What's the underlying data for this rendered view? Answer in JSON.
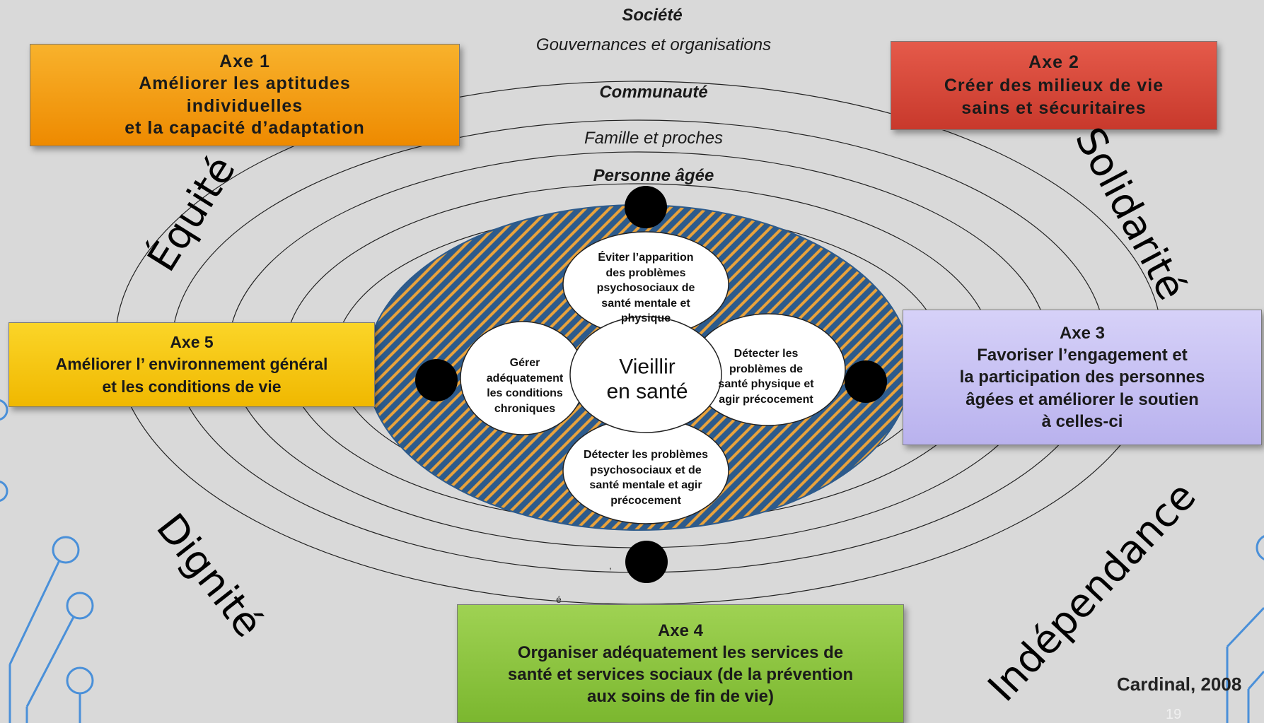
{
  "rings": {
    "societe": "Société",
    "gouvernances": "Gouvernances et organisations",
    "communaute": "Communauté",
    "famille": "Famille et proches",
    "personne": "Personne âgée"
  },
  "axes": {
    "axe1": {
      "num": "Axe 1",
      "text": "Améliorer les aptitudes\nindividuelles\net la capacité d’adaptation",
      "color": "#f39a10"
    },
    "axe2": {
      "num": "Axe 2",
      "text": "Créer des milieux de vie\nsains et sécuritaires",
      "color": "#d9483b"
    },
    "axe3": {
      "num": "Axe 3",
      "text": "Favoriser l’engagement et\nla participation des personnes\nâgées et améliorer le soutien\nà celles-ci",
      "color": "#c9c3f4"
    },
    "axe4": {
      "num": "Axe 4",
      "text": "Organiser adéquatement les services de\nsanté et services sociaux (de la prévention\naux soins de fin de vie)",
      "color": "#8cc63f"
    },
    "axe5": {
      "num": "Axe 5",
      "text": "Améliorer l’ environnement général\net les conditions de vie",
      "color": "#f7c600"
    }
  },
  "values": {
    "equite": "Équité",
    "solidarite": "Solidarité",
    "dignite": "Dignité",
    "independance": "Indépendance"
  },
  "center": {
    "main": "Vieillir\nen santé",
    "top": "Éviter l’apparition\ndes problèmes\npsychosociaux de\nsanté mentale et\nphysique",
    "right": "Détecter les\nproblèmes de\nsanté physique et\nagir précocement",
    "bottom": "Détecter les problèmes\npsychosociaux et de\nsanté mentale et agir\nprécocement",
    "left": "Gérer\nadéquatement\nles conditions\nchroniques"
  },
  "colors": {
    "background": "#d9d9d9",
    "stripe_blue": "#2d5b8c",
    "stripe_orange": "#e8a23c",
    "accent_line": "#4a90d9"
  },
  "citation": "Cardinal, 2008",
  "page_number": "19",
  "stray_marks": {
    "accent": "é",
    "comma": ","
  }
}
